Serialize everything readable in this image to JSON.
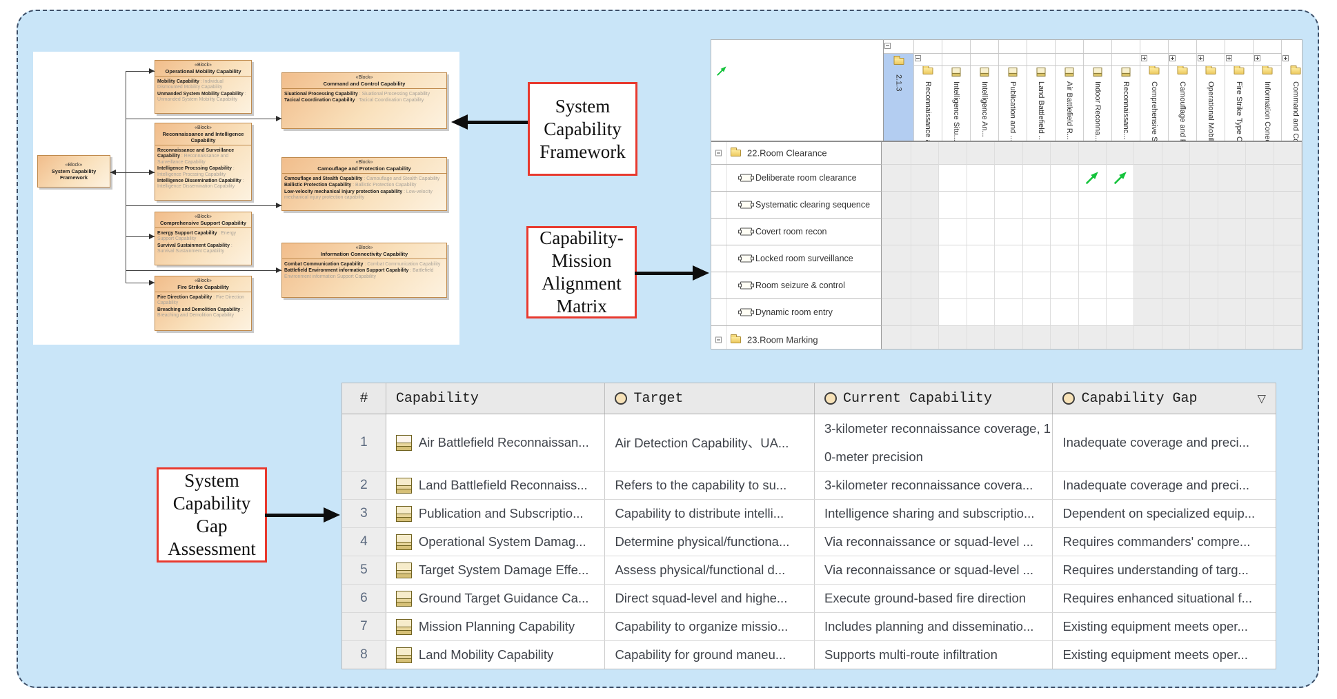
{
  "colors": {
    "frame_background": "#c9e5f8",
    "frame_border": "#3d4f68",
    "label_border_red": "#e8392e",
    "block_fill_top": "#f1bd8b",
    "block_fill_bottom": "#fdf2e0",
    "block_border": "#bf8a4d",
    "matrix_selected_column": "#b3cdf1",
    "matrix_group_cell": "#ececec",
    "green_arrow": "#15c33c",
    "table_header_background": "#e9e9e9"
  },
  "labels": {
    "framework": "System\nCapability\nFramework",
    "alignment": "Capability-\nMission\nAlignment\nMatrix",
    "gap": "System\nCapability\nGap\nAssessment"
  },
  "diagram": {
    "blocks": [
      {
        "stereotype": "«Block»",
        "name": "System Capability Framework",
        "attrs": []
      },
      {
        "stereotype": "«Block»",
        "name": "Operational Mobility Capability",
        "attrs": [
          {
            "n": "Mobility Capability",
            "v": "Individual Dismounted Mobility Capability"
          },
          {
            "n": "Unmanded System Mobility Capability",
            "v": "Unmanded System Mobility Capability"
          }
        ]
      },
      {
        "stereotype": "«Block»",
        "name": "Reconnaissance and Intelligence Capability",
        "attrs": [
          {
            "n": "Reconnaissance and Surveillance Capability",
            "v": "Reconnaissance and Surveillance Capability"
          },
          {
            "n": "Intelligence Procssing Capability",
            "v": "Intelligence Procssing Capability"
          },
          {
            "n": "Intelligence Dissemination Capability",
            "v": "Intelligence Dissemination Capability"
          }
        ]
      },
      {
        "stereotype": "«Block»",
        "name": "Comprehensive Support Capability",
        "attrs": [
          {
            "n": "Energy Support Capability",
            "v": "Energy Support Capability"
          },
          {
            "n": "Survival Sustainment Capability",
            "v": "Survival Sustainment Capability"
          }
        ]
      },
      {
        "stereotype": "«Block»",
        "name": "Fire Strike Capability",
        "attrs": [
          {
            "n": "Fire Direction Capability",
            "v": "Fire Direction Capability"
          },
          {
            "n": "Breaching and Demolition Capability",
            "v": "Breaching and Demolition Capability"
          }
        ]
      },
      {
        "stereotype": "«Block»",
        "name": "Command and Control Capability",
        "attrs": [
          {
            "n": "Siuational Processing Capability",
            "v": "Siuational Processing Capability"
          },
          {
            "n": "Tacical Coordination Capability",
            "v": "Tacical Coordination Capability"
          }
        ]
      },
      {
        "stereotype": "«Block»",
        "name": "Camouflage and Protection Capability",
        "attrs": [
          {
            "n": "Camouflage and Stealth Capability",
            "v": "Camouflage and Stealth Capability"
          },
          {
            "n": "Ballistic Protection Capability",
            "v": "Ballistic Protection Capability"
          },
          {
            "n": "Low-velocity mechanical injury protection capability",
            "v": "Low-velocity mechanical injury protection capability"
          }
        ]
      },
      {
        "stereotype": "«Block»",
        "name": "Information Connectivity Capability",
        "attrs": [
          {
            "n": "Combat Communication Capability",
            "v": "Combat Communication Capability"
          },
          {
            "n": "Battlefield Environment information Support Capability",
            "v": "Battlefield Environment information Support Capability"
          }
        ]
      }
    ]
  },
  "matrix": {
    "columns": [
      {
        "label": "2.1.3",
        "icon": "folder",
        "expander": "minus-top",
        "selected": true
      },
      {
        "label": "Reconnaissance a...",
        "icon": "folder",
        "expander": "minus"
      },
      {
        "label": "Intelligence Situ...",
        "icon": "block"
      },
      {
        "label": "Intelligence An...",
        "icon": "block"
      },
      {
        "label": "Publication and ...",
        "icon": "block"
      },
      {
        "label": "Land Battlefield ...",
        "icon": "block"
      },
      {
        "label": "Air Battlefield R...",
        "icon": "block"
      },
      {
        "label": "Indoor Reconna...",
        "icon": "block"
      },
      {
        "label": "Reconnaissanc...",
        "icon": "block"
      },
      {
        "label": "Comprehensive Su...",
        "icon": "folder",
        "expander": "plus"
      },
      {
        "label": "Camouflage and P...",
        "icon": "folder",
        "expander": "plus"
      },
      {
        "label": "Operational Mobilit...",
        "icon": "folder",
        "expander": "plus"
      },
      {
        "label": "Fire Strike Type C...",
        "icon": "folder",
        "expander": "plus"
      },
      {
        "label": "Information Conect...",
        "icon": "folder",
        "expander": "plus"
      },
      {
        "label": "Command and Co...",
        "icon": "folder",
        "expander": "plus"
      }
    ],
    "rows": [
      {
        "label": "22.Room Clearance",
        "type": "folder"
      },
      {
        "label": "Deliberate room clearance",
        "type": "activity"
      },
      {
        "label": "Systematic clearing sequence",
        "type": "activity"
      },
      {
        "label": "Covert room recon",
        "type": "activity"
      },
      {
        "label": "Locked room surveillance",
        "type": "activity"
      },
      {
        "label": "Room seizure & control",
        "type": "activity"
      },
      {
        "label": "Dynamic room entry",
        "type": "activity"
      },
      {
        "label": "23.Room Marking",
        "type": "folder"
      }
    ],
    "links": [
      {
        "row": "Deliberate room clearance",
        "col": "Indoor Reconna..."
      },
      {
        "row": "Deliberate room clearance",
        "col": "Reconnaissanc..."
      }
    ]
  },
  "table": {
    "headers": [
      {
        "label": "#",
        "dot": false,
        "filter": false
      },
      {
        "label": "Capability",
        "dot": false,
        "filter": false
      },
      {
        "label": "Target",
        "dot": true,
        "filter": false
      },
      {
        "label": "Current Capability",
        "dot": true,
        "filter": false
      },
      {
        "label": "Capability Gap",
        "dot": true,
        "filter": true
      }
    ],
    "rows": [
      {
        "num": "1",
        "capability": "Air Battlefield Reconnaissan...",
        "target": "Air Detection Capability、UA...",
        "current": "3-kilometer reconnaissance coverage, 10-meter precision",
        "gap": "Inadequate coverage and preci..."
      },
      {
        "num": "2",
        "capability": "Land Battlefield Reconnaiss...",
        "target": "Refers to the capability to su...",
        "current": "3-kilometer reconnaissance covera...",
        "gap": "Inadequate coverage and preci..."
      },
      {
        "num": "3",
        "capability": "Publication and Subscriptio...",
        "target": "Capability to distribute intelli...",
        "current": "Intelligence sharing and subscriptio...",
        "gap": "Dependent on specialized equip..."
      },
      {
        "num": "4",
        "capability": "Operational System Damag...",
        "target": "Determine physical/functiona...",
        "current": "Via reconnaissance or squad-level ...",
        "gap": "Requires commanders' compre..."
      },
      {
        "num": "5",
        "capability": "Target System Damage Effe...",
        "target": "Assess physical/functional d...",
        "current": "Via reconnaissance or squad-level ...",
        "gap": "Requires understanding of targ..."
      },
      {
        "num": "6",
        "capability": "Ground Target Guidance Ca...",
        "target": "Direct squad-level and highe...",
        "current": "Execute ground-based fire direction",
        "gap": "Requires enhanced situational f..."
      },
      {
        "num": "7",
        "capability": "Mission Planning Capability",
        "target": "Capability to organize missio...",
        "current": "Includes planning and disseminatio...",
        "gap": "Existing equipment meets oper..."
      },
      {
        "num": "8",
        "capability": "Land Mobility Capability",
        "target": "Capability for ground maneu...",
        "current": "Supports multi-route infiltration",
        "gap": "Existing equipment meets oper..."
      }
    ]
  }
}
